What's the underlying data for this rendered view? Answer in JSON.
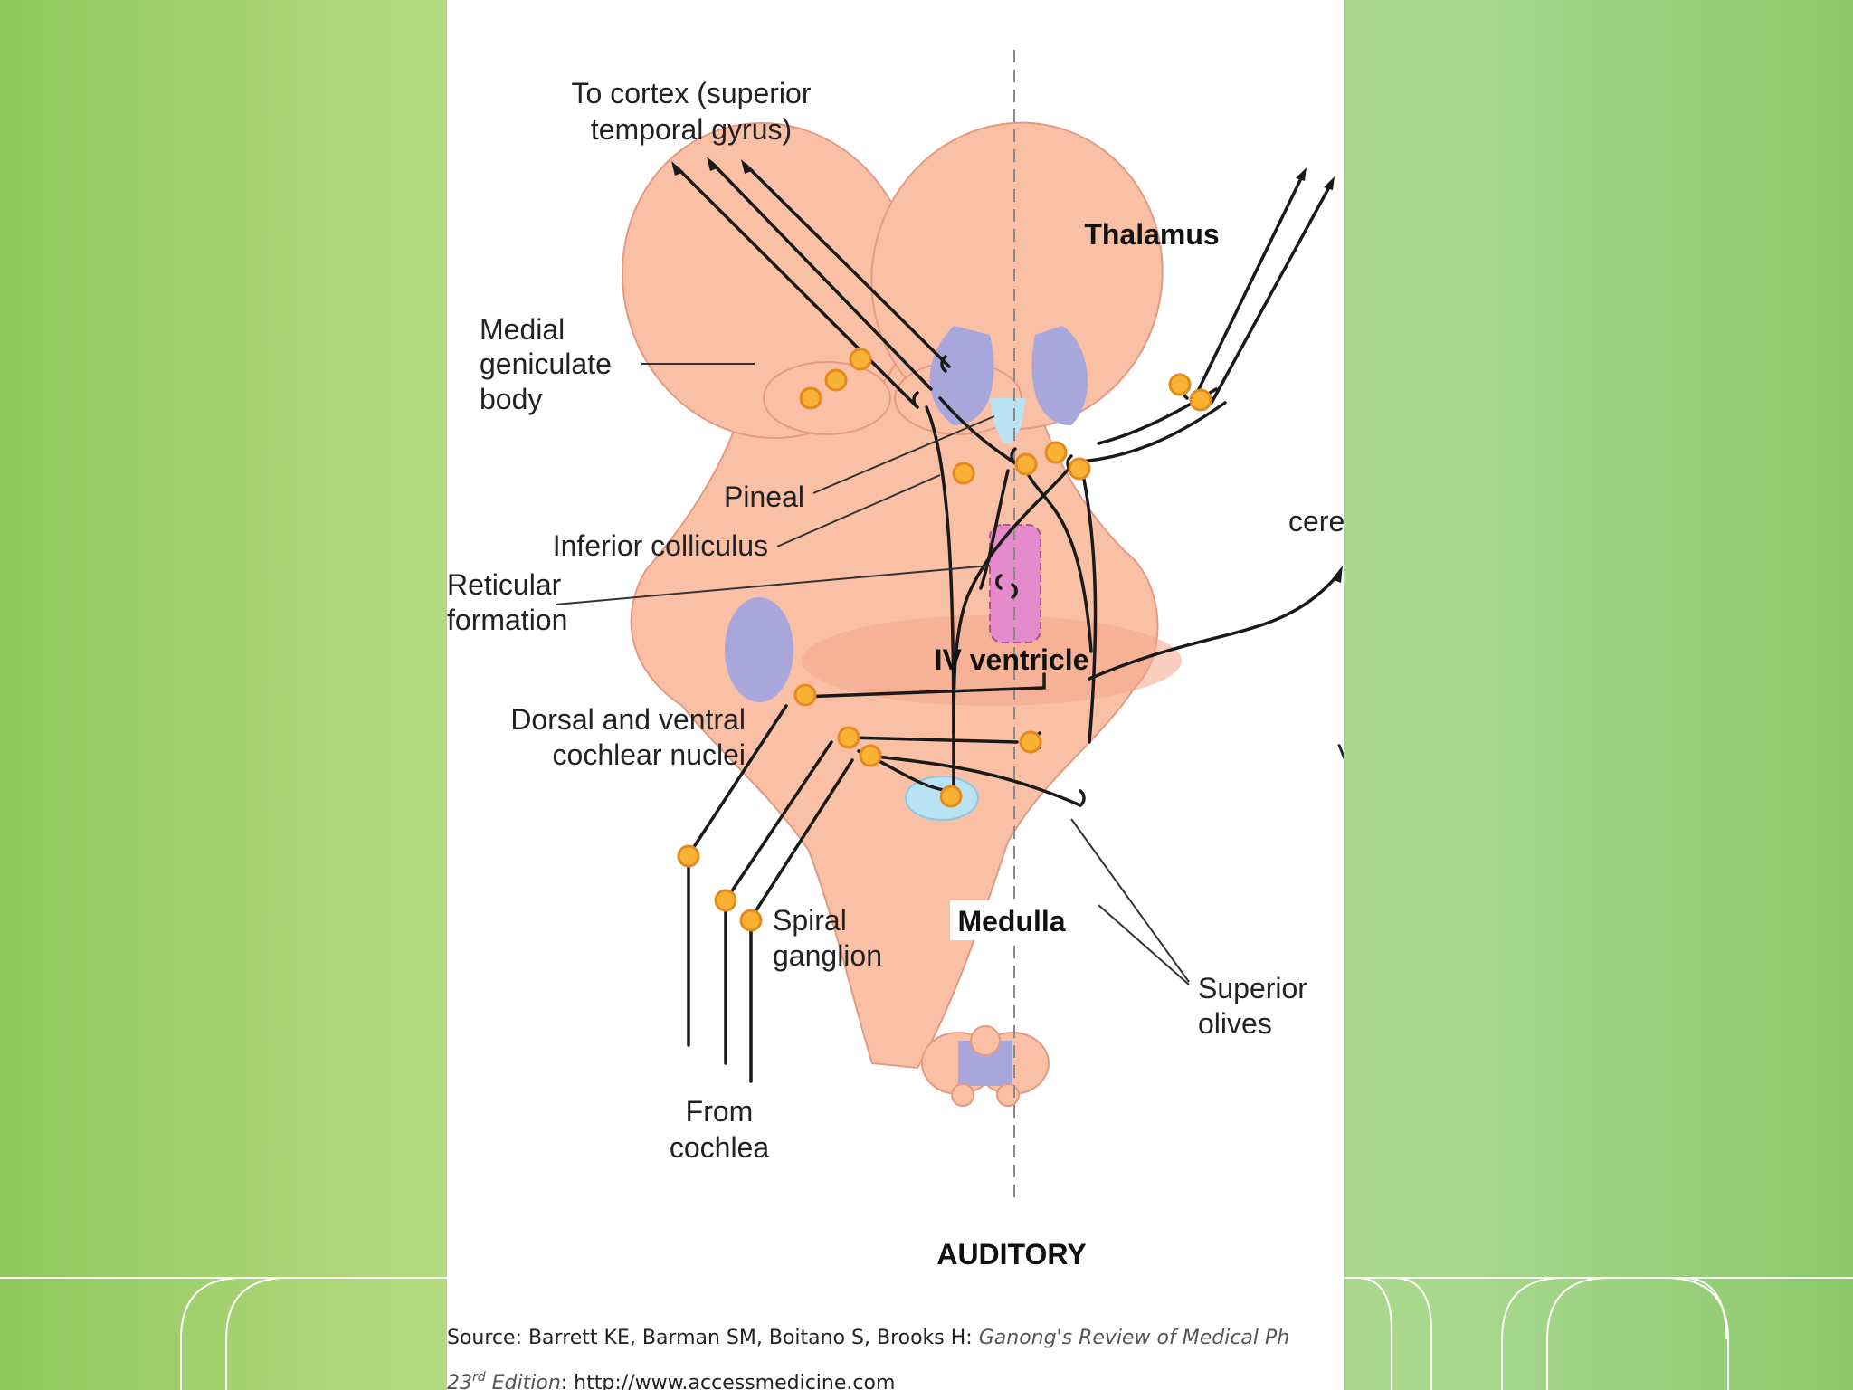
{
  "labels": {
    "to_cortex_line1": "To cortex (superior",
    "to_cortex_line2": "temporal gyrus)",
    "thalamus": "Thalamus",
    "medial_geniculate_line1": "Medial",
    "medial_geniculate_line2": "geniculate",
    "medial_geniculate_line3": "body",
    "pineal": "Pineal",
    "inferior_colliculus": "Inferior colliculus",
    "cere": "cere",
    "reticular_line1": "Reticular",
    "reticular_line2": "formation",
    "iv_ventricle": "IV ventricle",
    "cochlear_line1": "Dorsal and ventral",
    "cochlear_line2": "cochlear nuclei",
    "v_fragment": "V",
    "spiral_line1": "Spiral",
    "spiral_line2": "ganglion",
    "medulla": "Medulla",
    "olives_line1": "Superior",
    "olives_line2": "olives",
    "from_line1": "From",
    "from_line2": "cochlea",
    "caption": "AUDITORY"
  },
  "source": {
    "line1_prefix": "Source: Barrett KE, Barman SM, Boitano S, Brooks H: ",
    "line1_title": "Ganong's Review of Medical Ph",
    "line2_num": "23",
    "line2_sup": "rd",
    "line2_edition": " Edition",
    "line2_rest": ": http://www.accessmedicine.com"
  },
  "colors": {
    "brainstem": "#f9c0a5",
    "brainstem_outline": "#e49a82",
    "nuclei": "#a9a6dc",
    "pineal": "#b9e2f2",
    "reticular": "#e58acb",
    "cell": "#f9b233",
    "background_left": "#8fc85e",
    "background_right": "#8cc86b"
  }
}
